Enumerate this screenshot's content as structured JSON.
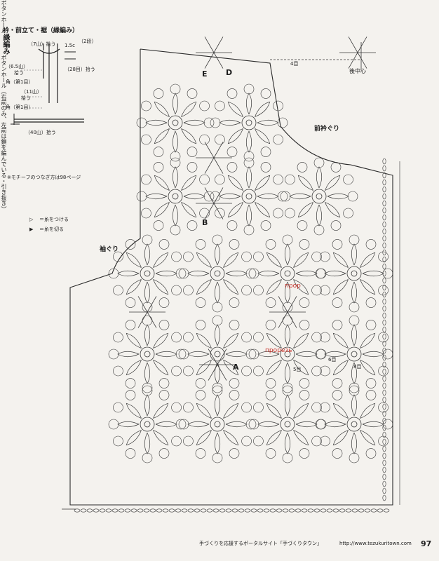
{
  "top_left_title": "衿・前立て・裾（縁編み）",
  "inset_labels": {
    "pick_7": "（7山）拾う",
    "size_1_5c": "1.5c",
    "rows_2": "（2段）",
    "pick_6_5": "（6.5山）",
    "pick_a": "拾う",
    "pick_28": "（28目）拾う",
    "corner_1a": "角（第1目）",
    "buttonhole": "ボタンホール",
    "pick_11": "（11山）",
    "pick_b": "拾う",
    "corner_1b": "角（第1目）",
    "pick_40": "（40山）拾う"
  },
  "motif_join_note": "※モチーフのつなぎ方は98ページ",
  "legend": [
    {
      "symbol": "▷",
      "label": "＝糸をつける"
    },
    {
      "symbol": "▶",
      "label": "＝糸を切る"
    }
  ],
  "diagram_labels": {
    "armhole": "袖ぐり",
    "front_neck": "前衿ぐり",
    "back_center": "後中心",
    "rows_4": "4目",
    "rows_5": "5目",
    "rows_6": "6目",
    "rows_8": "8目",
    "edging": "縁編み",
    "buttonhole_note": "ボタンホール（右前のみ、左前は鎖を編んでいる・引き抜き）",
    "motif_E": "E",
    "motif_D": "D",
    "motif_B": "B",
    "motif_A": "A",
    "handwritten_1": "прор",
    "handwritten_2": "прорезь"
  },
  "footer": {
    "text": "手づくりを応援するポータルサイト「手づくりタウン」",
    "url": "http://www.tezukuritown.com",
    "page_number": "97"
  }
}
